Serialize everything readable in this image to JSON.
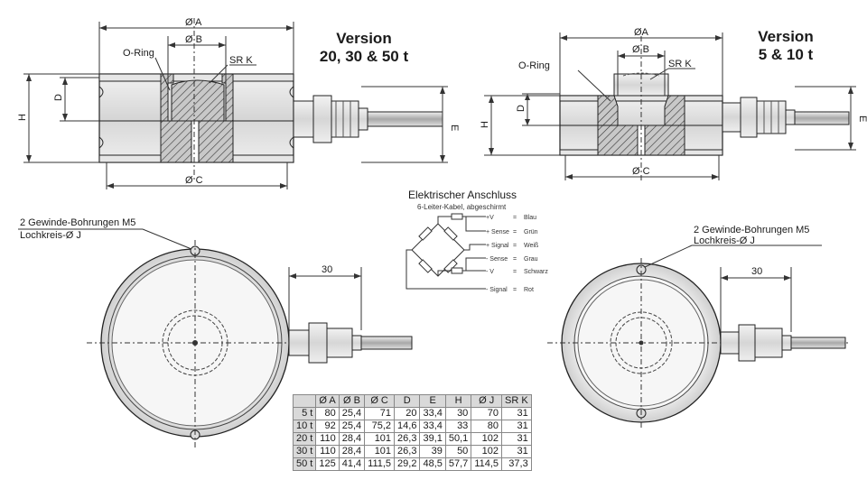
{
  "top_left": {
    "version_line1": "Version",
    "version_line2": "20, 30 & 50 t",
    "dim_a": "Ø A",
    "dim_b": "Ø B",
    "dim_c": "Ø C",
    "label_oring": "O-Ring",
    "label_srk": "SR K",
    "dim_h": "H",
    "dim_d": "D",
    "dim_e": "E"
  },
  "top_right": {
    "version_line1": "Version",
    "version_line2": "5 & 10 t",
    "dim_a": "ØA",
    "dim_b": "Ø B",
    "dim_c": "Ø C",
    "label_oring": "O-Ring",
    "label_srk": "SR K",
    "dim_h": "H",
    "dim_d": "D",
    "dim_e": "E"
  },
  "bottom_left": {
    "holes_line1": "2 Gewinde-Bohrungen M5",
    "holes_line2": "Lochkreis-Ø J",
    "dim_30": "30"
  },
  "bottom_right": {
    "holes_line1": "2 Gewinde-Bohrungen M5",
    "holes_line2": "Lochkreis-Ø J",
    "dim_30": "30"
  },
  "wiring": {
    "title": "Elektrischer Anschluss",
    "subtitle": "6-Leiter-Kabel, abgeschirmt",
    "wires": [
      {
        "signal": "+V",
        "eq": "=",
        "color": "Blau"
      },
      {
        "signal": "+ Sense",
        "eq": "=",
        "color": "Grün"
      },
      {
        "signal": "+ Signal",
        "eq": "=",
        "color": "Weiß"
      },
      {
        "signal": "- Sense",
        "eq": "=",
        "color": "Grau"
      },
      {
        "signal": "- V",
        "eq": "=",
        "color": "Schwarz"
      },
      {
        "signal": "- Signal",
        "eq": "=",
        "color": "Rot"
      }
    ]
  },
  "table": {
    "headers": [
      "",
      "Ø A",
      "Ø B",
      "Ø C",
      "D",
      "E",
      "H",
      "Ø J",
      "SR K"
    ],
    "rows": [
      [
        "5 t",
        "80",
        "25,4",
        "71",
        "20",
        "33,4",
        "30",
        "70",
        "31"
      ],
      [
        "10 t",
        "92",
        "25,4",
        "75,2",
        "14,6",
        "33,4",
        "33",
        "80",
        "31"
      ],
      [
        "20 t",
        "110",
        "28,4",
        "101",
        "26,3",
        "39,1",
        "50,1",
        "102",
        "31"
      ],
      [
        "30 t",
        "110",
        "28,4",
        "101",
        "26,3",
        "39",
        "50",
        "102",
        "31"
      ],
      [
        "50 t",
        "125",
        "41,4",
        "111,5",
        "29,2",
        "48,5",
        "57,7",
        "114,5",
        "37,3"
      ]
    ]
  }
}
